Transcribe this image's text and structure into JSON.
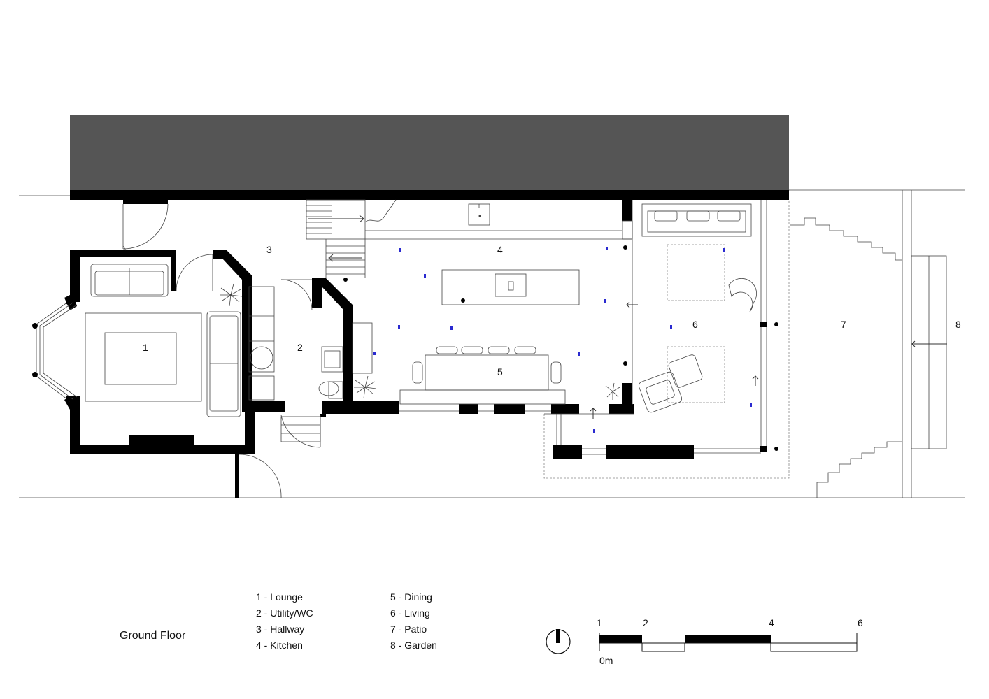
{
  "drawing": {
    "title": "Ground Floor",
    "room_numbers": [
      "1",
      "2",
      "3",
      "4",
      "5",
      "6",
      "7",
      "8"
    ],
    "legend_left": [
      "1 - Lounge",
      "2 - Utility/WC",
      "3 - Hallway",
      "4 - Kitchen"
    ],
    "legend_right": [
      "5 - Dining",
      "6 - Living",
      "7 - Patio",
      "8 - Garden"
    ],
    "scale_labels": {
      "zero": "0m",
      "one": "1",
      "two": "2",
      "four": "4",
      "six": "6"
    }
  },
  "colors": {
    "neighbour_roof": "#555555",
    "wall": "#000000",
    "line": "#444444",
    "downlight": "#2a2ad0"
  }
}
